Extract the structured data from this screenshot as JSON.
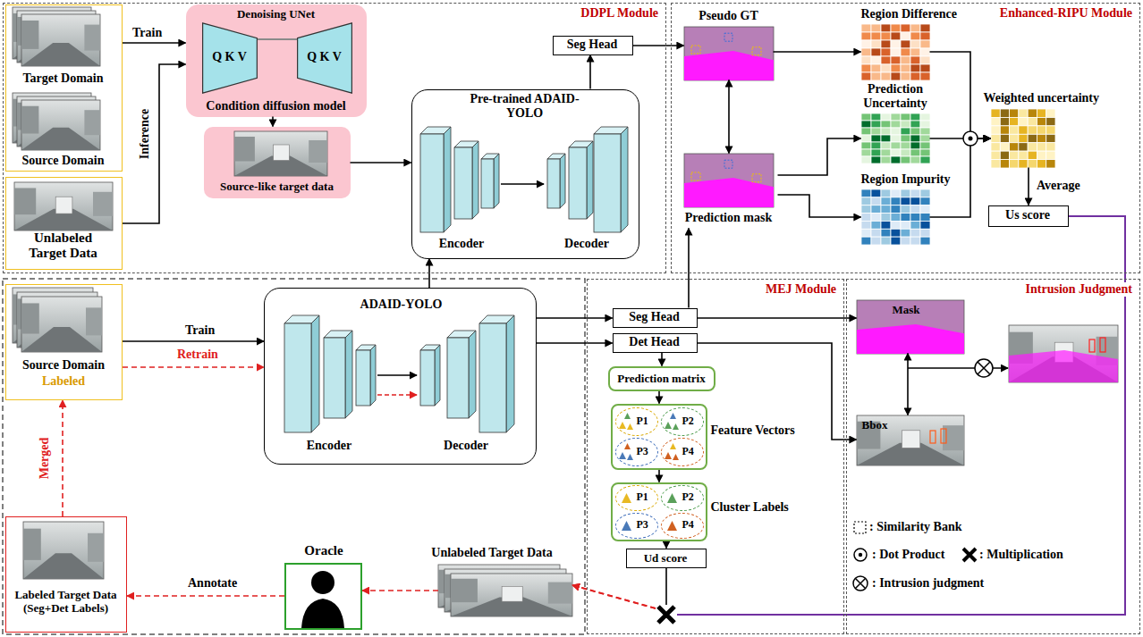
{
  "diagram": {
    "nodes": [
      {
        "text": [
          "DDPL Module"
        ]
      },
      {
        "text": [
          "Enhanced-RIPU Module"
        ]
      },
      {
        "text": [
          "MEJ Module"
        ]
      },
      {
        "text": [
          "Intrusion Judgment"
        ]
      },
      {
        "text": [
          "Target Domain",
          "Source Domain"
        ],
        "in": 0
      },
      {
        "text": [
          "Unlabeled Target Data"
        ],
        "in": 0
      },
      {
        "text": [
          "Denoising UNet",
          "Condition diffusion model"
        ],
        "in": 0
      },
      {
        "text": [
          "Q K V"
        ],
        "in": 6
      },
      {
        "text": [
          "Q K V"
        ],
        "in": 6
      },
      {
        "text": [
          "Source-like target data"
        ],
        "in": 0
      },
      {
        "text": [
          "Pre-trained ADAID-YOLO",
          "Encoder",
          "Decoder"
        ],
        "in": 0
      },
      {
        "text": [
          "Seg Head"
        ],
        "in": 0
      },
      {
        "text": [
          "Pseudo GT"
        ],
        "in": 1
      },
      {
        "text": [
          "Prediction mask"
        ],
        "in": 1
      },
      {
        "text": [
          "Region Difference"
        ],
        "in": 1
      },
      {
        "text": [
          "Prediction Uncertainty"
        ],
        "in": 1
      },
      {
        "text": [
          "Region Impurity"
        ],
        "in": 1
      },
      {
        "text": [
          "Weighted uncertainty"
        ],
        "in": 1
      },
      {
        "text": [
          "Us score"
        ],
        "in": 1
      },
      {
        "text": [
          "Source Domain",
          "Labeled"
        ]
      },
      {
        "text": [
          "ADAID-YOLO",
          "Encoder",
          "Decoder"
        ]
      },
      {
        "text": [
          "Labeled Target Data (Seg+Det Labels)"
        ]
      },
      {
        "text": [
          "Oracle"
        ]
      },
      {
        "text": [
          "Unlabeled Target Data"
        ]
      },
      {
        "text": [
          "Seg Head"
        ],
        "in": 2
      },
      {
        "text": [
          "Det Head"
        ],
        "in": 2
      },
      {
        "text": [
          "Prediction matrix"
        ],
        "in": 2
      },
      {
        "text": [
          "Feature Vectors"
        ],
        "in": 2
      },
      {
        "text": [
          "P1"
        ],
        "in": 27
      },
      {
        "text": [
          "P2"
        ],
        "in": 27
      },
      {
        "text": [
          "P3"
        ],
        "in": 27
      },
      {
        "text": [
          "P4"
        ],
        "in": 27
      },
      {
        "text": [
          "Cluster Labels"
        ],
        "in": 2
      },
      {
        "text": [
          "P1"
        ],
        "in": 32
      },
      {
        "text": [
          "P2"
        ],
        "in": 32
      },
      {
        "text": [
          "P3"
        ],
        "in": 32
      },
      {
        "text": [
          "P4"
        ],
        "in": 32
      },
      {
        "text": [
          "Ud score"
        ],
        "in": 2
      },
      {
        "text": [
          "Mask"
        ],
        "in": 3
      },
      {
        "text": [
          "Bbox"
        ],
        "in": 3
      }
    ],
    "edges": [
      {
        "from": 4,
        "to": 6,
        "arrow": "to",
        "label": "Train"
      },
      {
        "from": 5,
        "to": 6,
        "arrow": "to",
        "label": "Inference"
      },
      {
        "from": 6,
        "to": 9,
        "arrow": "to"
      },
      {
        "from": 9,
        "to": 10,
        "arrow": "to"
      },
      {
        "from": 10,
        "to": 11,
        "arrow": "to"
      },
      {
        "from": 11,
        "to": 12,
        "arrow": "to"
      },
      {
        "from": 12,
        "to": 13,
        "arrow": "both"
      },
      {
        "from": 12,
        "to": 14,
        "arrow": "to"
      },
      {
        "from": 13,
        "to": 15,
        "arrow": "to"
      },
      {
        "from": 13,
        "to": 16,
        "arrow": "to"
      },
      {
        "from": 14,
        "to": 17,
        "arrow": "to"
      },
      {
        "from": 15,
        "to": 17,
        "arrow": "to"
      },
      {
        "from": 16,
        "to": 17,
        "arrow": "to"
      },
      {
        "from": 17,
        "to": 18,
        "arrow": "to",
        "label": "Average"
      },
      {
        "from": 18,
        "to": 23,
        "arrow": "to"
      },
      {
        "from": 19,
        "to": 20,
        "arrow": "to",
        "label": "Train"
      },
      {
        "from": 19,
        "to": 20,
        "arrow": "to",
        "label": "Retrain"
      },
      {
        "from": 20,
        "to": 10,
        "arrow": "to"
      },
      {
        "from": 20,
        "to": 24,
        "arrow": "to"
      },
      {
        "from": 20,
        "to": 25,
        "arrow": "to"
      },
      {
        "from": 21,
        "to": 19,
        "arrow": "to",
        "label": "Merged"
      },
      {
        "from": 22,
        "to": 21,
        "arrow": "to",
        "label": "Annotate"
      },
      {
        "from": 23,
        "to": 22,
        "arrow": "to"
      },
      {
        "from": 24,
        "to": 13,
        "arrow": "to"
      },
      {
        "from": 24,
        "to": 38,
        "arrow": "to"
      },
      {
        "from": 25,
        "to": 39,
        "arrow": "to"
      },
      {
        "from": 25,
        "to": 26,
        "arrow": "to"
      },
      {
        "from": 26,
        "to": 27,
        "arrow": "to"
      },
      {
        "from": 27,
        "to": 32,
        "arrow": "to"
      },
      {
        "from": 32,
        "to": 37,
        "arrow": "to"
      },
      {
        "from": 37,
        "to": 23,
        "arrow": "to"
      },
      {
        "from": 38,
        "to": 39,
        "arrow": "both"
      }
    ],
    "legend": [
      {
        "text": ": Similarity Bank"
      },
      {
        "text": ": Dot Product"
      },
      {
        "text": ": Multiplication"
      },
      {
        "text": ": Intrusion judgment"
      }
    ]
  }
}
